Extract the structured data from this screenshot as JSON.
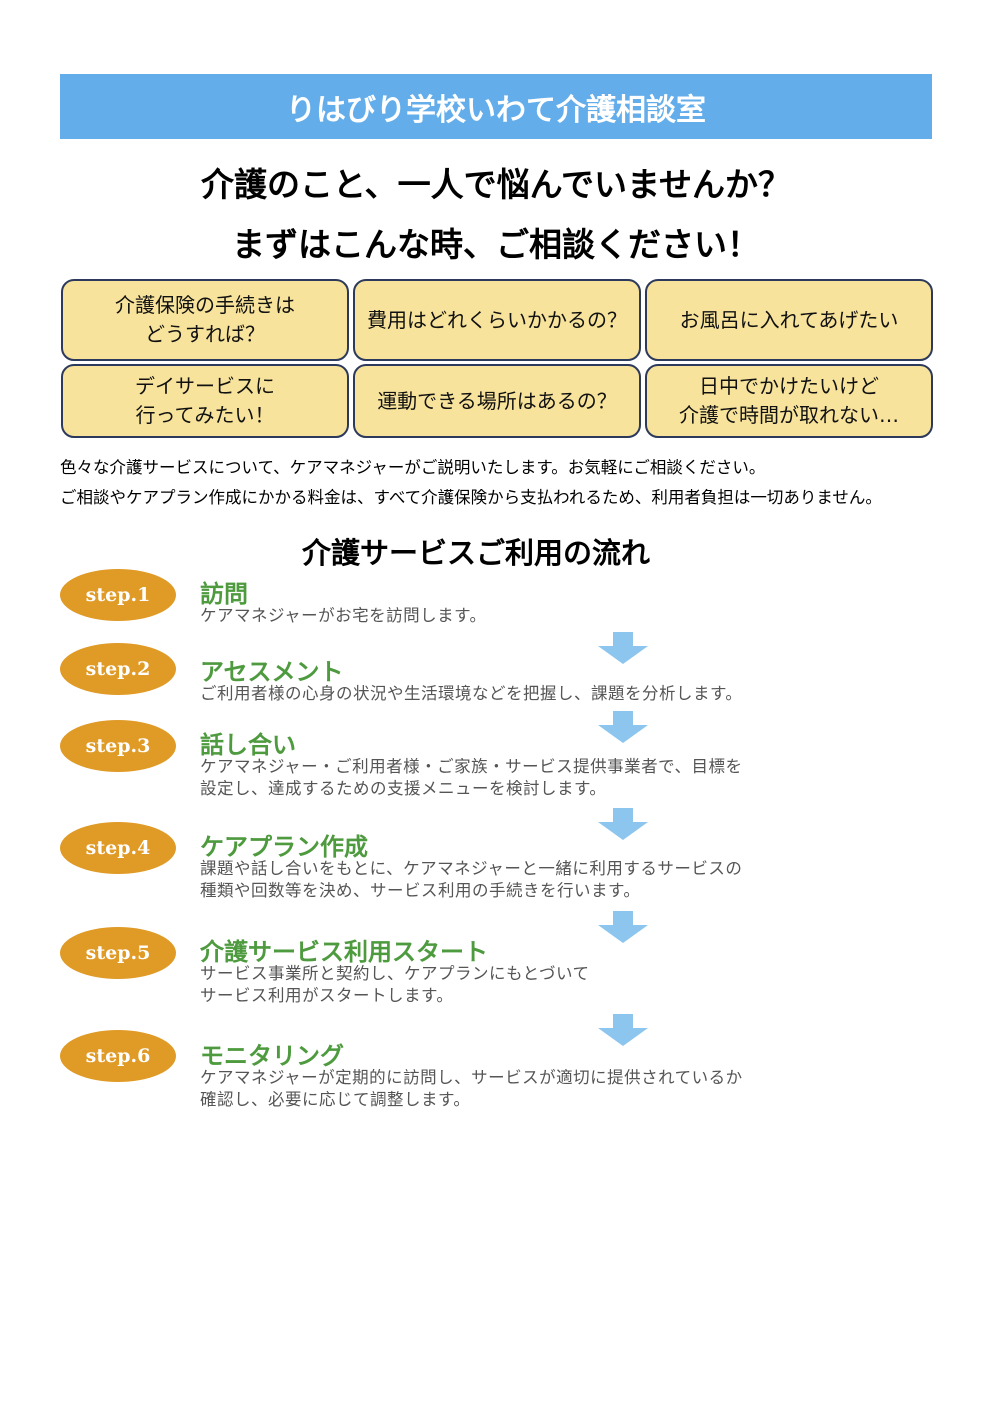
{
  "banner": "りはびり学校いわて介護相談室",
  "headline1": "介護のこと、一人で悩んでいませんか？",
  "headline2": "まずはこんな時、ご相談ください！",
  "cards": [
    {
      "l1": "介護保険の手続きは",
      "l2": "どうすれば？"
    },
    {
      "l1": "費用はどれくらいかかるの？",
      "l2": ""
    },
    {
      "l1": "お風呂に入れてあげたい",
      "l2": ""
    },
    {
      "l1": "デイサービスに",
      "l2": "行ってみたい！"
    },
    {
      "l1": "運動できる場所はあるの？",
      "l2": ""
    },
    {
      "l1": "日中でかけたいけど",
      "l2": "介護で時間が取れない…"
    }
  ],
  "notes": [
    "色々な介護サービスについて、ケアマネジャーがご説明いたします。お気軽にご相談ください。",
    "ご相談やケアプラン作成にかかる料金は、すべて介護保険から支払われるため、利用者負担は一切ありません。"
  ],
  "flow_title": "介護サービスご利用の流れ",
  "steps": [
    {
      "badge": "step.1",
      "title": "訪問",
      "l1": "ケアマネジャーがお宅を訪問します。",
      "l2": ""
    },
    {
      "badge": "step.2",
      "title": "アセスメント",
      "l1": "ご利用者様の心身の状況や生活環境などを把握し、課題を分析します。",
      "l2": ""
    },
    {
      "badge": "step.3",
      "title": "話し合い",
      "l1": "ケアマネジャー・ご利用者様・ご家族・サービス提供事業者で、目標を",
      "l2": "設定し、達成するための支援メニューを検討します。"
    },
    {
      "badge": "step.4",
      "title": "ケアプラン作成",
      "l1": "課題や話し合いをもとに、ケアマネジャーと一緒に利用するサービスの",
      "l2": "種類や回数等を決め、サービス利用の手続きを行います。"
    },
    {
      "badge": "step.5",
      "title": "介護サービス利用スタート",
      "l1": "サービス事業所と契約し、ケアプランにもとづいて",
      "l2": "サービス利用がスタートします。"
    },
    {
      "badge": "step.6",
      "title": "モニタリング",
      "l1": "ケアマネジャーが定期的に訪問し、サービスが適切に提供されているか",
      "l2": "確認し、必要に応じて調整します。"
    }
  ]
}
